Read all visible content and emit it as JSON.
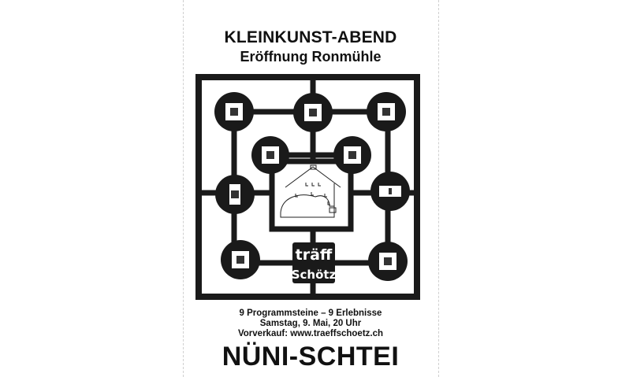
{
  "poster": {
    "title": "KLEINKUNST-ABEND",
    "subtitle": "Eröffnung Ronmühle",
    "info_line_1": "9 Programmsteine – 9 Erlebnisse",
    "info_line_2": "Samstag, 9. Mai, 20 Uhr",
    "info_line_3": "Vorverkauf: www.traeffschoetz.ch",
    "headline": "NÜNI-SCHTEI"
  },
  "board": {
    "logo_line_1": "träff",
    "logo_line_2": "Schötz",
    "icons": [
      "theater-masks-icon",
      "book-icon",
      "dining-icon",
      "megaphone-icon",
      "guitar-icon",
      "microphone-icon",
      "podcast-mic-icon",
      "theater-seats-icon",
      "video-play-icon"
    ]
  }
}
